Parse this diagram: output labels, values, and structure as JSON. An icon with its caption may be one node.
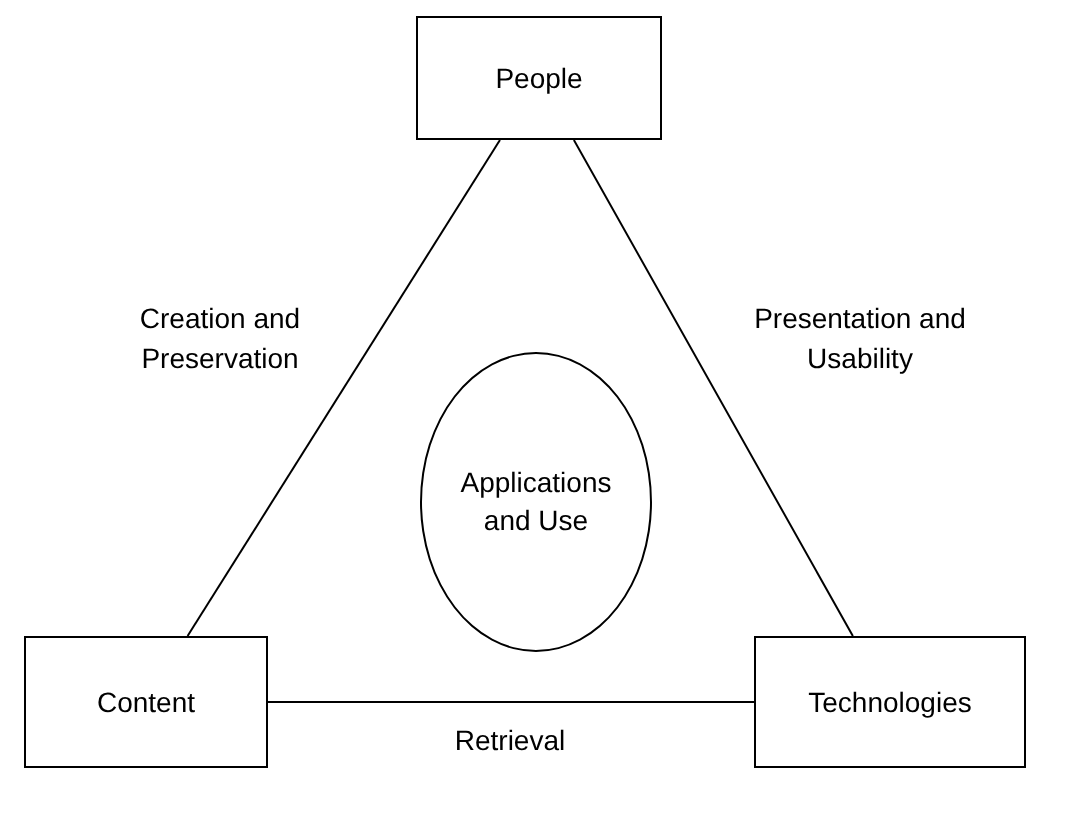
{
  "diagram": {
    "nodes": [
      {
        "text": [
          "People"
        ]
      },
      {
        "text": [
          "Applications and Use"
        ]
      },
      {
        "text": [
          "Content"
        ]
      },
      {
        "text": [
          "Technologies"
        ]
      }
    ],
    "edges": [
      {
        "from": 0,
        "to": 2,
        "arrow": "none",
        "label": "Creation and Preservation"
      },
      {
        "from": 0,
        "to": 3,
        "arrow": "none",
        "label": "Presentation and Usability"
      },
      {
        "from": 2,
        "to": 3,
        "arrow": "none",
        "label": "Retrieval"
      }
    ]
  }
}
